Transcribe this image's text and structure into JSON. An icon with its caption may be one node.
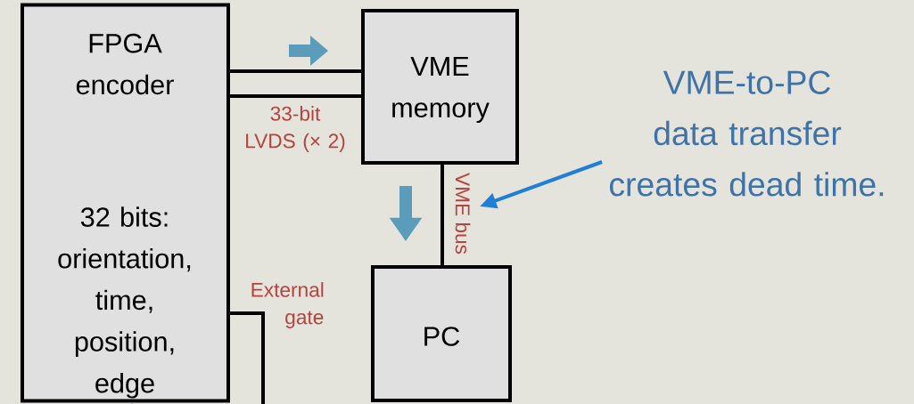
{
  "diagram": {
    "nodes": [
      {
        "text": [
          "FPGA encoder",
          "32 bits: orientation, time, position, edge"
        ]
      },
      {
        "text": [
          "VME memory"
        ]
      },
      {
        "text": [
          "PC"
        ]
      },
      {
        "text": [
          "VME-to-PC data transfer creates dead time."
        ]
      }
    ],
    "edges": [
      {
        "from": 0,
        "to": 1,
        "arrow": "none"
      },
      {
        "from": 0,
        "to": 1,
        "arrow": "none",
        "label": "33-bit LVDS (× 2)"
      },
      {
        "from": 1,
        "to": 2,
        "arrow": "none",
        "label": "VME bus"
      },
      {
        "from": 0,
        "to": null,
        "arrow": "none",
        "label": "External gate"
      },
      {
        "from": 3,
        "to": null,
        "arrow": "to",
        "color": "#1f7fd6"
      },
      {
        "from": null,
        "to": 0,
        "arrow": "to",
        "color": "#1f7fd6"
      },
      {
        "from": 1,
        "to": 2,
        "arrow": "to",
        "style": "thick",
        "color": "#5c9cbb"
      }
    ]
  }
}
